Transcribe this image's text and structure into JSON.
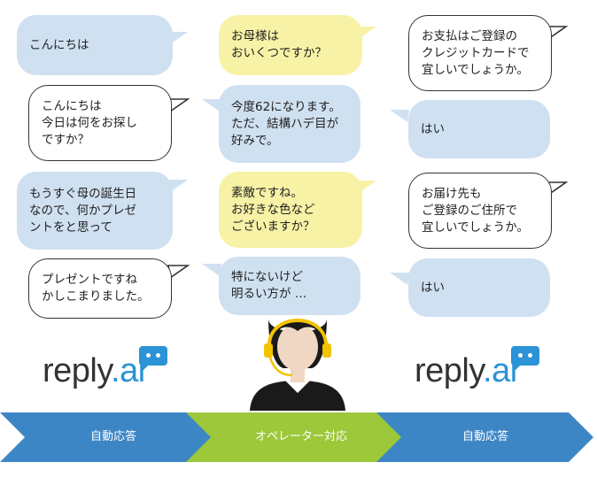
{
  "left_column": [
    {
      "text": "こんにちは",
      "style": "blue"
    },
    {
      "text": "こんにちは\n今日は何をお探し\nですか？",
      "style": "white"
    },
    {
      "text": "もうすぐ母の誕生日\nなので、何かプレゼ\nントをと思って",
      "style": "blue"
    },
    {
      "text": "プレゼントですね\nかしこまりました。",
      "style": "white"
    }
  ],
  "middle_column": [
    {
      "text": "お母様は\nおいくつですか？",
      "style": "yellow"
    },
    {
      "text": "今度62になります。\nただ、結構ハデ目が\n好みで。",
      "style": "blue"
    },
    {
      "text": "素敵ですね。\nお好きな色など\nございますか？",
      "style": "yellow"
    },
    {
      "text": "特にないけど\n明るい方が …",
      "style": "blue"
    }
  ],
  "right_column": [
    {
      "text": "お支払はご登録の\nクレジットカードで\n宜しいでしょうか。",
      "style": "white"
    },
    {
      "text": "はい",
      "style": "blue"
    },
    {
      "text": "お届け先も\nご登録のご住所で\n宜しいでしょうか。",
      "style": "white"
    },
    {
      "text": "はい",
      "style": "blue"
    }
  ],
  "logos": {
    "left": {
      "prefix": "reply",
      "dot": ".",
      "suffix": "ai"
    },
    "right": {
      "prefix": "reply",
      "dot": ".",
      "suffix": "ai"
    }
  },
  "flow": [
    {
      "label": "自動応答",
      "color": "#3d86c6"
    },
    {
      "label": "オペレーター対応",
      "color": "#9cc83a"
    },
    {
      "label": "自動応答",
      "color": "#3d86c6"
    }
  ],
  "icons": {
    "operator": "operator-headset-icon",
    "logo_badge": "chat-bubble-icon"
  },
  "colors": {
    "blue_bubble": "#cfe0f1",
    "yellow_bubble": "#f8f2a6",
    "brand": "#2b93d6"
  }
}
